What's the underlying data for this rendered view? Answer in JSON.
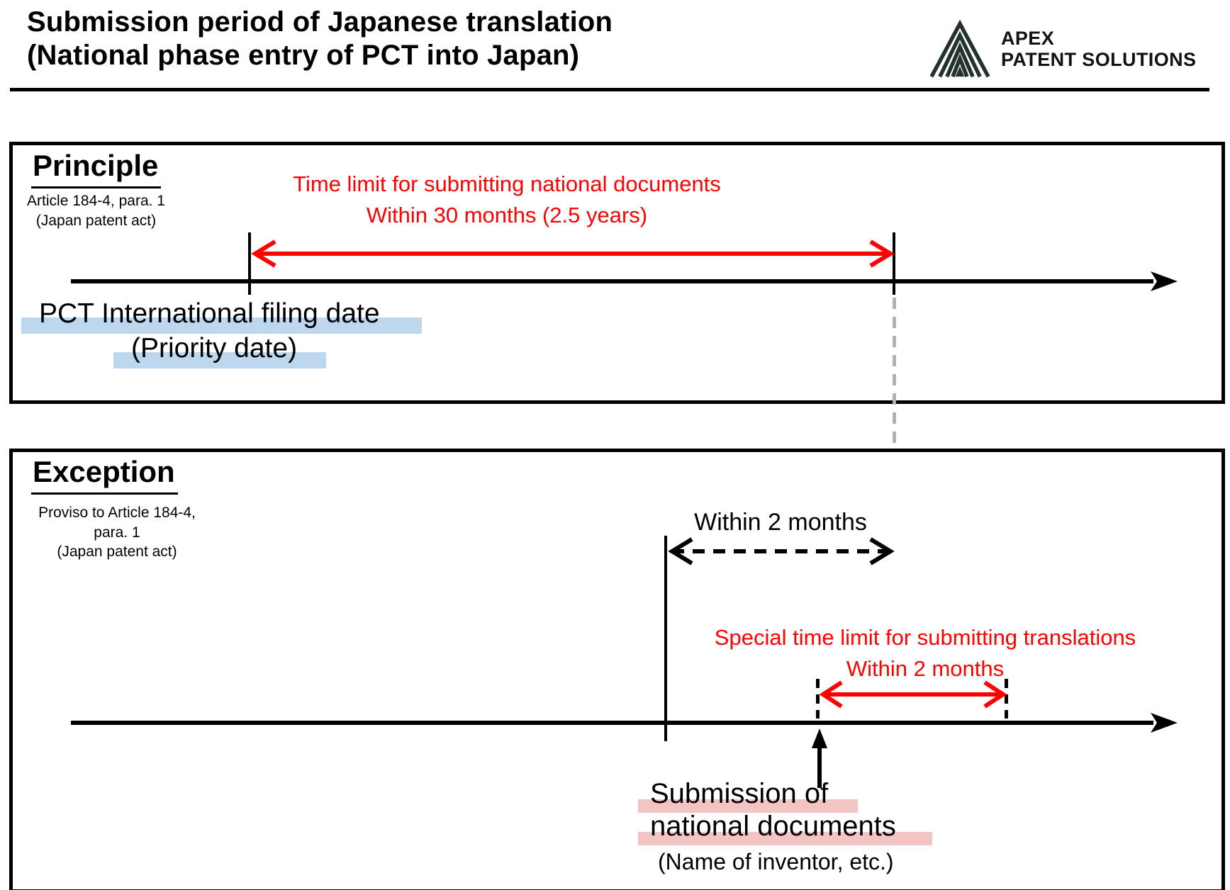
{
  "header": {
    "title_line1": "Submission period of Japanese translation",
    "title_line2": "(National phase entry of PCT into Japan)",
    "logo": {
      "name": "APEX",
      "name2": "PATENT SOLUTIONS",
      "icon": "nested-triangle-mountain-logo"
    }
  },
  "principle": {
    "heading": "Principle",
    "statute_line1": "Article 184-4, para. 1",
    "statute_line2": "(Japan patent act)",
    "time_limit_line1": "Time limit for submitting national documents",
    "time_limit_line2": "Within 30 months (2.5 years)",
    "filing_date_line1": "PCT International filing date",
    "filing_date_line2": "(Priority date)"
  },
  "exception": {
    "heading": "Exception",
    "statute_line1": "Proviso to Article 184-4, para. 1",
    "statute_line2": "(Japan patent act)",
    "window_label": "Within 2 months",
    "special_limit_line1": "Special time limit for submitting translations",
    "special_limit_line2": "Within 2 months",
    "submission_line1": "Submission of",
    "submission_line2": "national documents",
    "submission_line3": "(Name of inventor, etc.)"
  },
  "colors": {
    "accent_red": "#FF0000",
    "filing_date_highlight_blue": "#BDD7EE",
    "submission_highlight_pink": "#F2C4C4",
    "guide_line_gray": "#B1B1B1",
    "logo_dark": "#24322F"
  }
}
